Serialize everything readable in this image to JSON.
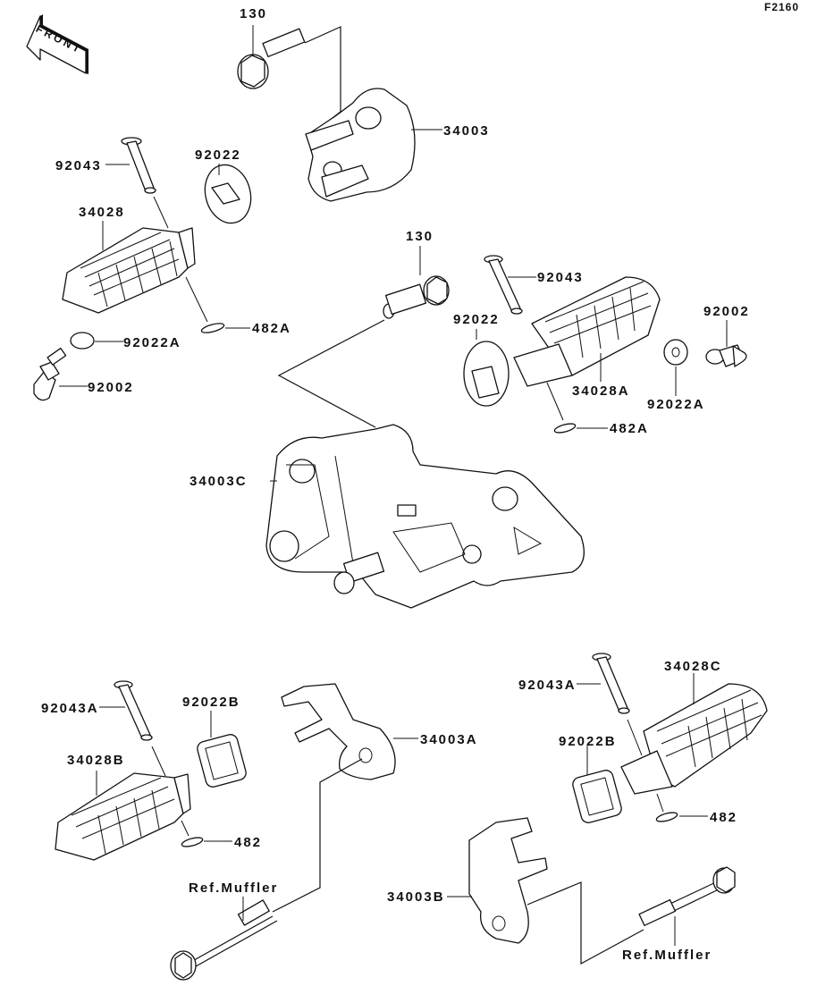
{
  "diagram_code": "F2160",
  "front_arrow": "FRONT",
  "labels": {
    "bolt_top": "130",
    "bracket_top": "34003",
    "pin_left": "92043",
    "plate_left": "92022",
    "footpeg_left": "34028",
    "cotter_left": "482A",
    "washer_left": "92022A",
    "bolt_left": "92002",
    "bolt_mid": "130",
    "pin_right": "92043",
    "plate_right": "92022",
    "bolt_right": "92002",
    "footpeg_right": "34028A",
    "washer_right": "92022A",
    "cotter_right": "482A",
    "main_bracket": "34003C",
    "pin_lower_left": "92043A",
    "plate_lower_left": "92022B",
    "bracket_lower_a": "34003A",
    "footpeg_lower_left": "34028B",
    "cotter_lower_left": "482",
    "ref_muffler_left": "Ref.Muffler",
    "pin_lower_right": "92043A",
    "footpeg_lower_right": "34028C",
    "plate_lower_right": "92022B",
    "cotter_lower_right": "482",
    "bracket_lower_b": "34003B",
    "ref_muffler_right": "Ref.Muffler"
  }
}
